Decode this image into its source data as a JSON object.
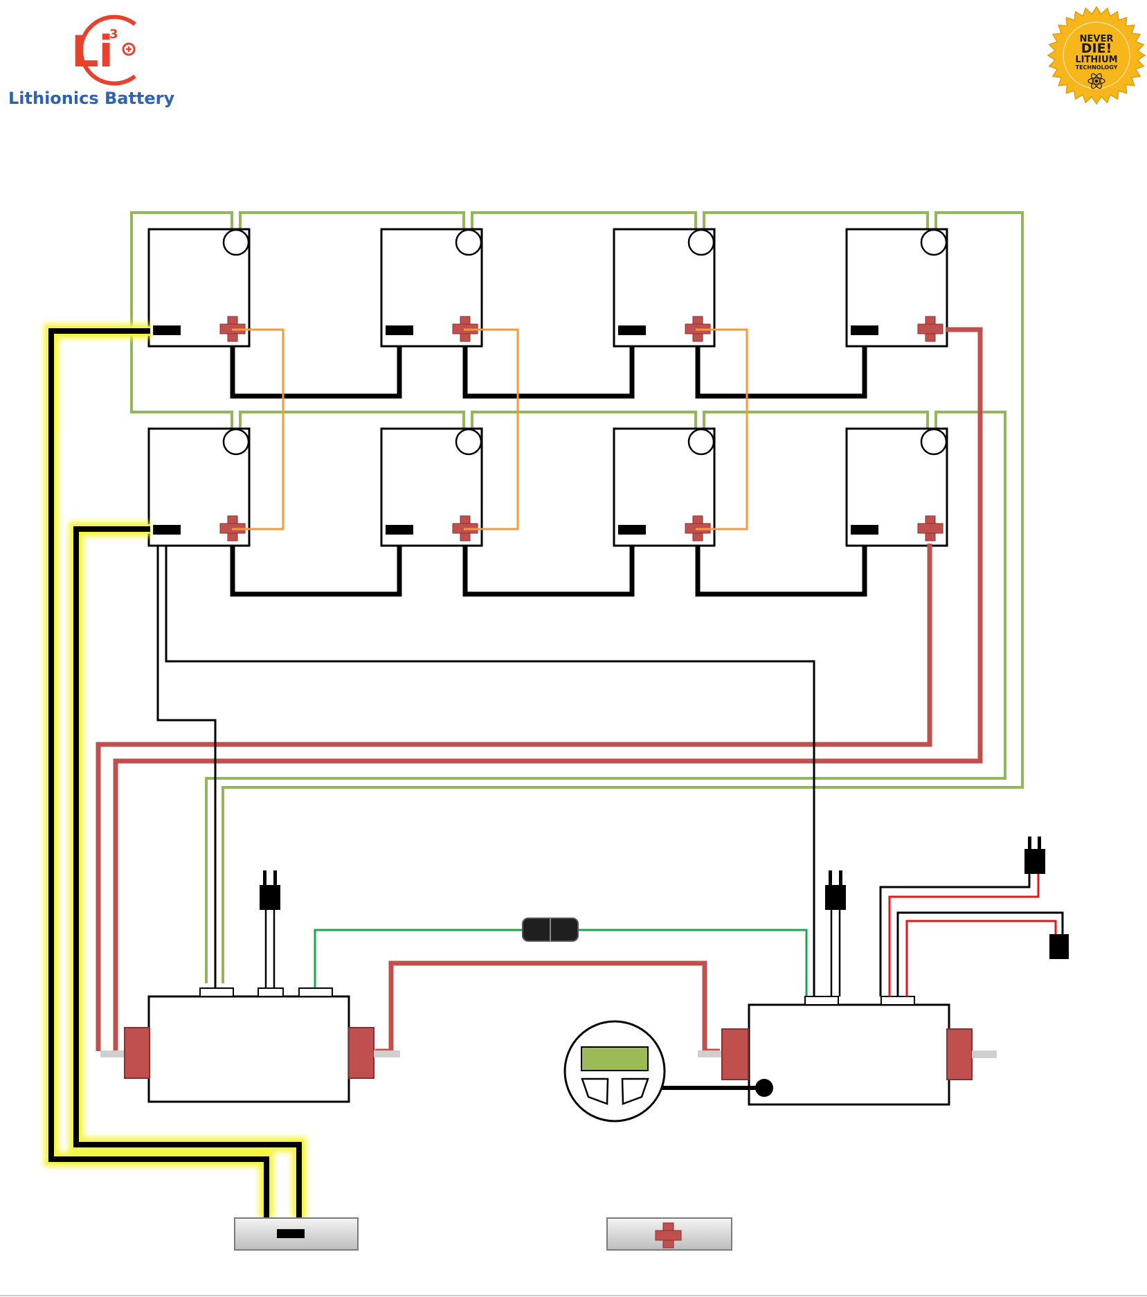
{
  "brand": {
    "name": "Lithionics Battery",
    "logo_letters": "Li",
    "logo_superscript": "3",
    "logo_plus": "+",
    "color_red": "#e8412c",
    "color_blue": "#2f63b0"
  },
  "seal": {
    "line1": "NEVER",
    "line2": "DIE!",
    "line3": "LITHIUM",
    "line4": "TECHNOLOGY",
    "color": "#f7b71c"
  },
  "colors": {
    "negative_cable": "#000000",
    "negative_glow": "#f4f542",
    "positive_cable": "#c0504d",
    "sense_wire": "#92b75a",
    "jumper_wire": "#f39a3c",
    "data_wire": "#1aa64a",
    "signal_red": "#e8141a",
    "display_lcd": "#9bbb59"
  },
  "battery_modules": {
    "rows": 2,
    "columns": 4,
    "terminal_negative_symbol": "negative-terminal",
    "terminal_positive_symbol": "positive-terminal"
  },
  "bus_bars": {
    "negative": "negative-bus-bar",
    "positive": "positive-bus-bar"
  },
  "footer": {
    "caption": ""
  }
}
